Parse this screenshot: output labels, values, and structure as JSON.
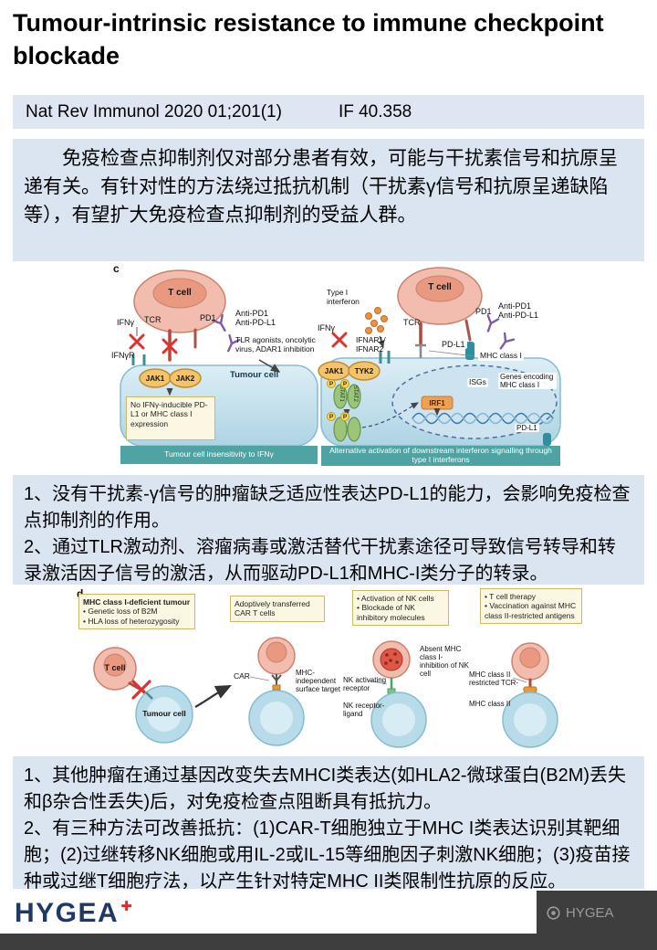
{
  "title": "Tumour-intrinsic resistance to immune checkpoint blockade",
  "citation": {
    "journal": "Nat Rev Immunol 2020 01;201(1)",
    "impact_factor": "IF 40.358"
  },
  "summary": "免疫检查点抑制剂仅对部分患者有效，可能与干扰素信号和抗原呈递有关。有针对性的方法绕过抵抗机制（干扰素γ信号和抗原呈递缺陷等），有望扩大免疫检查点抑制剂的受益人群。",
  "notes1": {
    "items": [
      "1、没有干扰素-γ信号的肿瘤缺乏适应性表达PD-L1的能力，会影响免疫检查点抑制剂的作用。",
      "2、通过TLR激动剂、溶瘤病毒或激活替代干扰素途径可导致信号转导和转录激活因子信号的激活，从而驱动PD-L1和MHC-I类分子的转录。"
    ]
  },
  "notes2": {
    "items": [
      "1、其他肿瘤在通过基因改变失去MHCI类表达(如HLA2-微球蛋白(B2M)丢失和β杂合性丢失)后，对免疫检查点阻断具有抵抗力。",
      "2、有三种方法可改善抵抗：(1)CAR-T细胞独立于MHC I类表达识别其靶细胞；(2)过继转移NK细胞或用IL-2或IL-15等细胞因子刺激NK细胞；(3)疫苗接种或过继T细胞疗法，以产生针对特定MHC II类限制性抗原的反应。"
    ]
  },
  "figure_c": {
    "panel": "c",
    "left": {
      "t_cell": "T cell",
      "tcr": "TCR",
      "pd1": "PD1",
      "ifng": "IFNγ",
      "ifngr": "IFNγR",
      "anti_pd1": "Anti-PD1",
      "anti_pdl1": "Anti-PD-L1",
      "tlr": "TLR agonists, oncolytic virus, ADAR1 inhibition",
      "jak1": "JAK1",
      "jak2": "JAK2",
      "tumour_cell": "Tumour cell",
      "note": "No IFNγ-inducible PD-L1 or MHC class I expression",
      "caption": "Tumour cell insensitivity to IFNγ"
    },
    "right": {
      "t_cell": "T cell",
      "type1_interferon": "Type I interferon",
      "ifng": "IFNγ",
      "tcr": "TCR",
      "pd1": "PD1",
      "anti_pd1": "Anti-PD1",
      "anti_pdl1": "Anti-PD-L1",
      "ifnar": "IFNAR1/ IFNAR2",
      "pdl1": "PD-L1",
      "mhc_class1": "MHC class I",
      "jak1": "JAK1",
      "tyk2": "TYK2",
      "stat1": "STAT1",
      "stat2": "STAT2",
      "p": "P",
      "isgs": "ISGs",
      "irf1": "IRF1",
      "genes": "Genes encoding MHC class I",
      "pdl1_gene": "PD-L1",
      "caption": "Alternative activation of downstream interferon signalling through type I interferons"
    }
  },
  "figure_d": {
    "panel": "d",
    "box1_title": "MHC class I-deficient tumour",
    "box1_item1": "• Genetic loss of B2M",
    "box1_item2": "• HLA loss of heterozygosity",
    "t_cell": "T cell",
    "tumour_cell": "Tumour cell",
    "box2_text": "Adoptively transferred CAR T cells",
    "car": "CAR",
    "mhc_independent": "MHC-independent surface target",
    "box3_item1": "• Activation of NK cells",
    "box3_item2": "• Blockade of NK inhibitory molecules",
    "nk_activating": "NK activating receptor",
    "absent_mhc": "Absent MHC class I-inhibition of NK cell",
    "nk_ligand": "NK receptor-ligand",
    "box4_item1": "• T cell therapy",
    "box4_item2": "• Vaccination against MHC class II-restricted antigens",
    "mhc2_tcr": "MHC class II restricted TCR-",
    "mhc2": "MHC class II"
  },
  "footer": {
    "logo_text": "HYGEA",
    "logo_mark": "✚",
    "watermark_text": "HYGEA"
  },
  "colors": {
    "box_blue": "#dbe5f1",
    "caption_teal": "#4fa3a3",
    "brand_navy": "#1f3864",
    "brand_red": "#e8262c",
    "footer_dark": "#3e3e3e"
  }
}
